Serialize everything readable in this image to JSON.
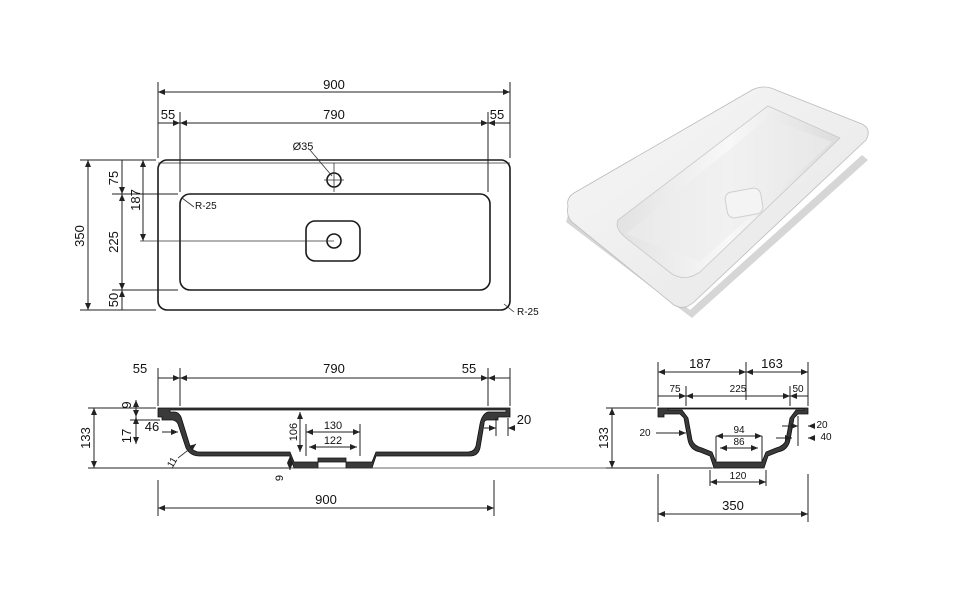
{
  "top_view": {
    "overall_width": "900",
    "margin_left": "55",
    "inner_width": "790",
    "margin_right": "55",
    "overall_depth": "350",
    "back_margin": "75",
    "drain_offset": "187",
    "bowl_depth": "225",
    "front_margin": "50",
    "tap_hole": "Ø35",
    "inner_radius": "R-25",
    "outer_radius": "R-25"
  },
  "front_section": {
    "margin_left": "55",
    "inner_width": "790",
    "margin_right": "55",
    "height": "133",
    "rim_thickness": "9",
    "side_height": "17",
    "side_wall": "46",
    "radius": "11",
    "drain_depth": "106",
    "drain_outer": "130",
    "drain_inner": "122",
    "bottom_thickness": "9",
    "overall_width": "900",
    "edge_offset": "20"
  },
  "side_section": {
    "left_part": "187",
    "right_part": "163",
    "back_rim": "75",
    "bowl_width": "225",
    "front_rim": "50",
    "height": "133",
    "left_wall": "20",
    "drain_outer": "94",
    "drain_inner": "86",
    "drain_base": "120",
    "right_wall": "20",
    "right_edge": "40",
    "overall_depth": "350"
  }
}
